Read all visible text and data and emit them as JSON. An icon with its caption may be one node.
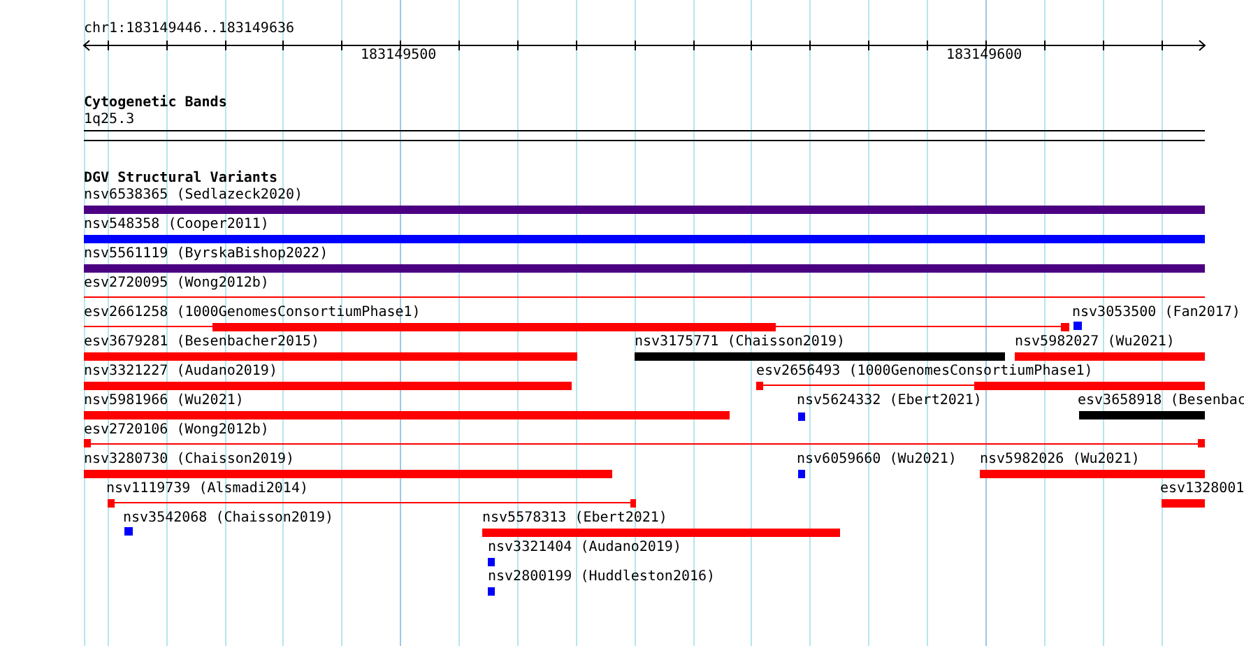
{
  "diagram": {
    "labels": [
      "chr1:183149446..183149636",
      "183149500",
      "183149600",
      "Cytogenetic Bands",
      "1q25.3",
      "DGV Structural Variants",
      "nsv6538365 (Sedlazeck2020)",
      "nsv548358 (Cooper2011)",
      "nsv5561119 (ByrskaBishop2022)",
      "esv2720095 (Wong2012b)",
      "esv2661258 (1000GenomesConsortiumPhase1)",
      "nsv3053500 (Fan2017)",
      "esv3679281 (Besenbacher2015)",
      "nsv3175771 (Chaisson2019)",
      "nsv5982027 (Wu2021)",
      "nsv3321227 (Audano2019)",
      "esv2656493 (1000GenomesConsortiumPhase1)",
      "nsv5981966 (Wu2021)",
      "nsv5624332 (Ebert2021)",
      "esv3658918 (Besenbac",
      "esv2720106 (Wong2012b)",
      "nsv3280730 (Chaisson2019)",
      "nsv6059660 (Wu2021)",
      "nsv5982026 (Wu2021)",
      "nsv1119739 (Alsmadi2014)",
      "esv1328001",
      "nsv3542068 (Chaisson2019)",
      "nsv5578313 (Ebert2021)",
      "nsv3321404 (Audano2019)",
      "nsv2800199 (Huddleston2016)"
    ]
  }
}
